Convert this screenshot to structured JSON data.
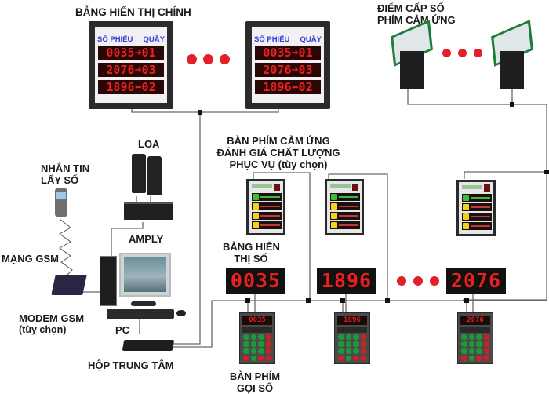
{
  "labels": {
    "main_display": "BẢNG HIỂN THỊ CHÍNH",
    "kiosk_line1": "ĐIỂM CẤP SỐ",
    "kiosk_line2": "PHÍM CẢM ỨNG",
    "speaker": "LOA",
    "sms_line1": "NHẮN TIN",
    "sms_line2": "LẤY SỐ",
    "feedback_line1": "BÀN PHÍM CẢM ỨNG",
    "feedback_line2": "ĐÁNH GIÁ CHẤT LƯỢNG",
    "feedback_line3": "PHỤC VỤ (tùy chọn)",
    "amply": "AMPLY",
    "gsm_network": "MẠNG GSM",
    "counter_display_line1": "BẢNG HIỂN",
    "counter_display_line2": "THỊ SỐ",
    "modem_line1": "MODEM GSM",
    "modem_line2": "(tùy chọn)",
    "pc": "PC",
    "central_box": "HỘP TRUNG TÂM",
    "call_keypad_line1": "BÀN PHÍM",
    "call_keypad_line2": "GỌI SỐ"
  },
  "main_boards": [
    {
      "header_ticket": "SỐ PHIẾU",
      "header_counter": "QUẦY",
      "rows": [
        "0035➜01",
        "2076➜03",
        "1896⬅02"
      ]
    },
    {
      "header_ticket": "SỐ PHIẾU",
      "header_counter": "QUẦY",
      "rows": [
        "0035➜01",
        "2076➜03",
        "1896⬅02"
      ]
    }
  ],
  "counter_displays": [
    "0035",
    "1896",
    "2076"
  ],
  "call_keypads": [
    "0035",
    "1896",
    "2076"
  ],
  "colors": {
    "led_red": "#e8201e",
    "ellipsis_dot": "#e3202a",
    "board_header_blue": "#3a3ad8",
    "wire": "#555555"
  }
}
